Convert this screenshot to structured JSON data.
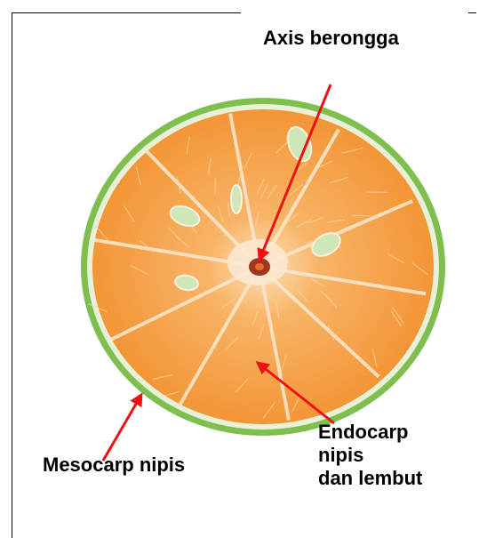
{
  "labels": {
    "axis": "Axis berongga",
    "mesocarp": "Mesocarp nipis",
    "endocarp": [
      "Endocarp",
      "nipis",
      "dan lembut"
    ]
  },
  "colors": {
    "arrow": "#ee1111",
    "peel": "#7fbf4f",
    "pulp": "#f39a3c",
    "pulp_light": "#f8b467",
    "membrane": "#fbe8cf",
    "seed": "#cfe6b8"
  },
  "icon": "citrus-cross-section"
}
